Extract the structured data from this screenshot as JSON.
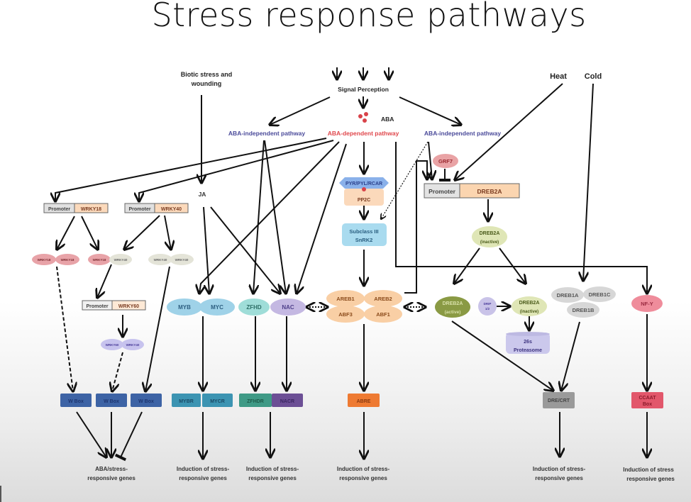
{
  "title": "Stress response pathways",
  "inputs": {
    "biotic": [
      "Biotic stress and",
      "wounding"
    ],
    "signal_perception": "Signal Perception",
    "aba": "ABA",
    "heat": "Heat",
    "cold": "Cold",
    "ja": "JA"
  },
  "pathways": {
    "aba_independent_left": "ABA-independent pathway",
    "aba_dependent": "ABA-dependent pathway",
    "aba_independent_right": "ABA-independent pathway"
  },
  "promoters": {
    "wrky18": {
      "promoter": "Promoter",
      "gene": "WRKY18"
    },
    "wrky40": {
      "promoter": "Promoter",
      "gene": "WRKY40"
    },
    "wrky60": {
      "promoter": "Promoter",
      "gene": "WRKY60"
    },
    "dreb2a": {
      "promoter": "Promoter",
      "gene": "DREB2A"
    }
  },
  "proteins": {
    "wrky18_dimer": [
      "WRKY18",
      "WRKY18"
    ],
    "wrky18_40": [
      "WRKY18",
      "WRKY40"
    ],
    "wrky40_dimer": [
      "WRKY40",
      "WRKY40"
    ],
    "wrky60_dimer": [
      "WRKY60",
      "WRKY40"
    ],
    "myb": "MYB",
    "myc": "MYC",
    "zfhd": "ZFHD",
    "nac": "NAC",
    "pyr": "PYR/PYL/RCAR",
    "pp2c": "PP2C",
    "snrk2": [
      "Subclass III",
      "SnRK2"
    ],
    "areb1": "AREB1",
    "areb2": "AREB2",
    "abf3": "ABF3",
    "abf1": "ABF1",
    "grf7": "GRF7",
    "dreb2a_inactive_top": [
      "DREB2A",
      "(inactive)"
    ],
    "dreb2a_active": [
      "DREB2A",
      "(active)"
    ],
    "drip": [
      "DRIP",
      "1/2"
    ],
    "dreb2a_inactive": [
      "DREB2A",
      "(inactive)"
    ],
    "proteasome": [
      "26s",
      "Proteasome"
    ],
    "dreb1a": "DREB1A",
    "dreb1c": "DREB1C",
    "dreb1b": "DREB1B",
    "nfy": "NF-Y"
  },
  "elements": {
    "wbox": [
      "W Box",
      "W Box",
      "W Box"
    ],
    "mybr": "MYBR",
    "mycr": "MYCR",
    "zfhdr": "ZFHDR",
    "nacr": "NACR",
    "abre": "ABRE",
    "dre": "DRE/CRT",
    "ccaat": [
      "CCAAT",
      "Box"
    ]
  },
  "outputs": {
    "aba_stress": [
      "ABA/stress-",
      "responsive genes"
    ],
    "induction_1": [
      "Induction of stress-",
      "responsive genes"
    ],
    "induction_2": [
      "Induction of stress-",
      "responsive genes"
    ],
    "induction_3": [
      "Induction of stress-",
      "responsive genes"
    ],
    "induction_4": [
      "Induction of stress-",
      "responsive genes"
    ],
    "induction_5": [
      "Induction of stress",
      "responsive genes"
    ]
  },
  "colors": {
    "text": "#222222",
    "line": "#111111",
    "aba_red": "#e0474c",
    "independent_blue": "#4a4a9a",
    "wrky_red": "#e8a3a8",
    "wrky_grey": "#e4e4d8",
    "wrky_purple": "#c7c3ee",
    "myb_blue": "#9fd2e8",
    "zfhd_teal": "#9fddd8",
    "nac_purple": "#c4b8e2",
    "areb_orange": "#f9cfa5",
    "promoter_grey": "#e0e0e0",
    "gene_peach": "#fbd9bb",
    "snrk2_blue": "#a9dbef",
    "pyr_blue": "#8ab1ea",
    "grf7_red": "#e9a3a5",
    "dreb_green_light": "#dfe6b6",
    "dreb_green_dark": "#8a9a44",
    "drip_purple": "#c9c3e8",
    "proteasome_purple": "#cbc8ec",
    "dreb1_grey": "#d7d7d7",
    "nfy_pink": "#ef8c9b",
    "wbox_blue": "#3d63a5",
    "mybr_teal": "#3c94b2",
    "zfhdr_green": "#3f9a86",
    "nacr_purple": "#6c4f95",
    "abre_orange": "#ee7a32",
    "dre_grey": "#9a9a9a",
    "ccaat_red": "#e2576b"
  }
}
